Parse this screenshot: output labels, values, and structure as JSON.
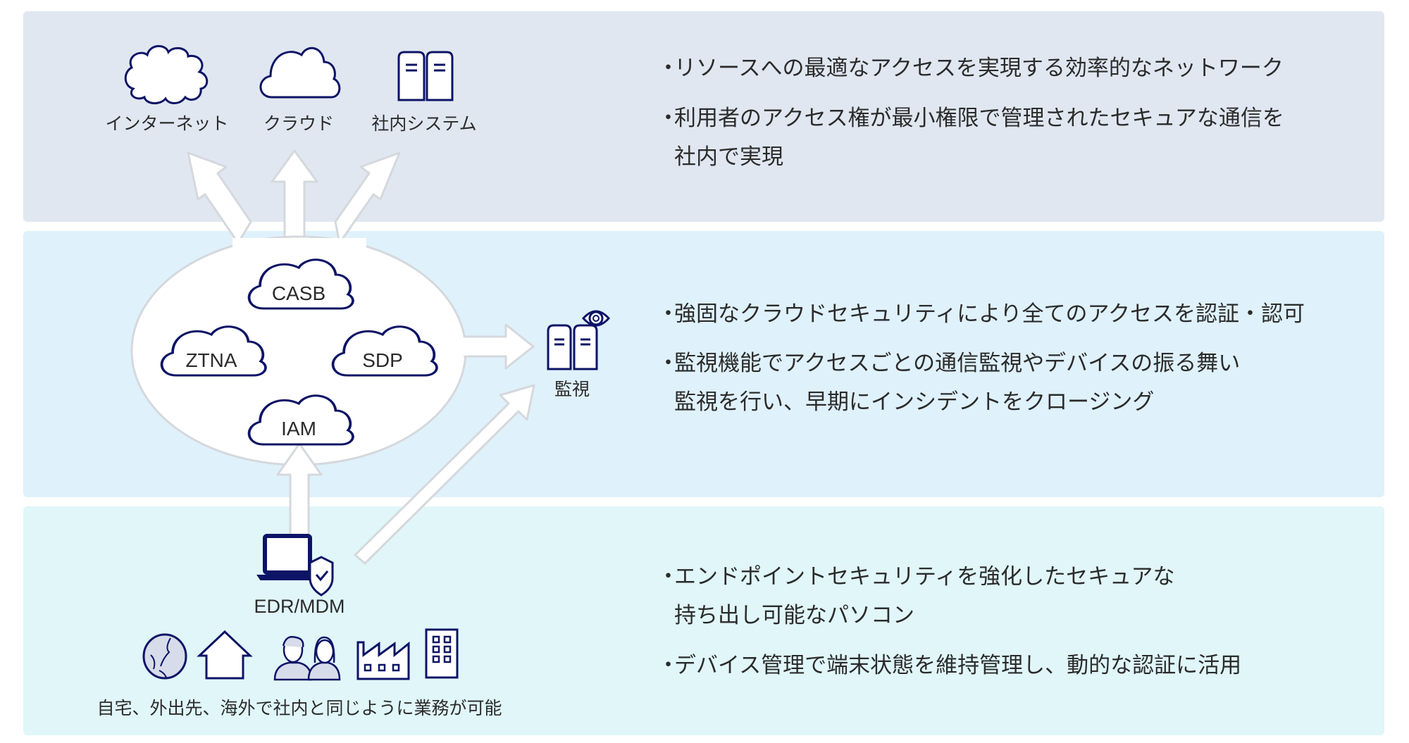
{
  "colors": {
    "panel_top": "#e0e7f1",
    "panel_middle": "#dff1fb",
    "panel_bottom": "#e0f6f9",
    "icon_stroke": "#0d1466",
    "arrow_fill": "#ffffff",
    "arrow_stroke": "#d5d8dc",
    "text": "#2b2b2b"
  },
  "top_panel": {
    "destinations": [
      {
        "icon": "internet-cloud-icon",
        "label": "インターネット"
      },
      {
        "icon": "cloud-icon",
        "label": "クラウド"
      },
      {
        "icon": "server-icon",
        "label": "社内システム"
      }
    ],
    "bullets": [
      {
        "lines": [
          "リソースへの最適なアクセスを実現する効率的なネットワーク"
        ]
      },
      {
        "lines": [
          "利用者のアクセス権が最小権限で管理されたセキュアな通信を",
          "社内で実現"
        ]
      }
    ]
  },
  "middle_panel": {
    "security_services": [
      "CASB",
      "ZTNA",
      "SDP",
      "IAM"
    ],
    "monitor": {
      "icon": "monitoring-server-eye-icon",
      "label": "監視"
    },
    "bullets": [
      {
        "lines": [
          "強固なクラウドセキュリティにより全てのアクセスを認証・認可"
        ]
      },
      {
        "lines": [
          "監視機能でアクセスごとの通信監視やデバイスの振る舞い",
          "監視を行い、早期にインシデントをクロージング"
        ]
      }
    ]
  },
  "bottom_panel": {
    "endpoint": {
      "icon": "laptop-shield-icon",
      "label": "EDR/MDM"
    },
    "locations": [
      "globe-icon",
      "house-icon",
      "people-icon",
      "factory-icon",
      "office-building-icon"
    ],
    "caption": "自宅、外出先、海外で社内と同じように業務が可能",
    "bullets": [
      {
        "lines": [
          "エンドポイントセキュリティを強化したセキュアな",
          "持ち出し可能なパソコン"
        ]
      },
      {
        "lines": [
          "デバイス管理で端末状態を維持管理し、動的な認証に活用"
        ]
      }
    ]
  },
  "bullet_mark": "・"
}
